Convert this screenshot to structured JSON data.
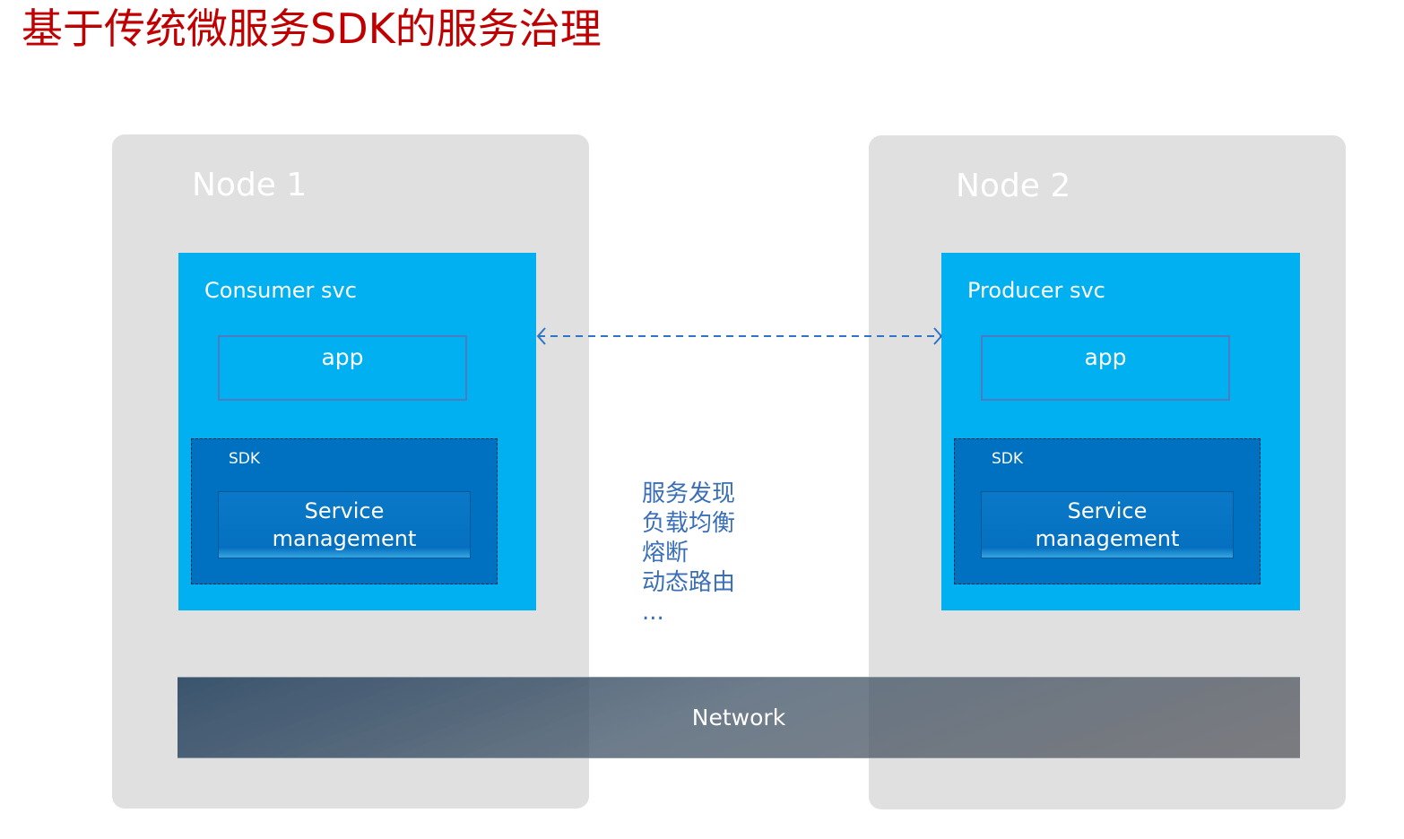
{
  "title": "基于传统微服务SDK的服务治理",
  "nodes": [
    {
      "label": "Node 1",
      "service": {
        "label": "Consumer svc",
        "app_label": "app",
        "sdk_label": "SDK",
        "management_line1": "Service",
        "management_line2": "management"
      }
    },
    {
      "label": "Node 2",
      "service": {
        "label": "Producer svc",
        "app_label": "app",
        "sdk_label": "SDK",
        "management_line1": "Service",
        "management_line2": "management"
      }
    }
  ],
  "connection": {
    "type": "bidirectional-dashed-arrow",
    "color": "#2e75c8"
  },
  "features": [
    "服务发现",
    "负载均衡",
    "熔断",
    "动态路由",
    "..."
  ],
  "network_label": "Network",
  "colors": {
    "title": "#c00000",
    "node_bg": "#e0e0e0",
    "service_bg": "#00b0f0",
    "sdk_bg": "#0070c0",
    "features_text": "#3a6fb7"
  }
}
